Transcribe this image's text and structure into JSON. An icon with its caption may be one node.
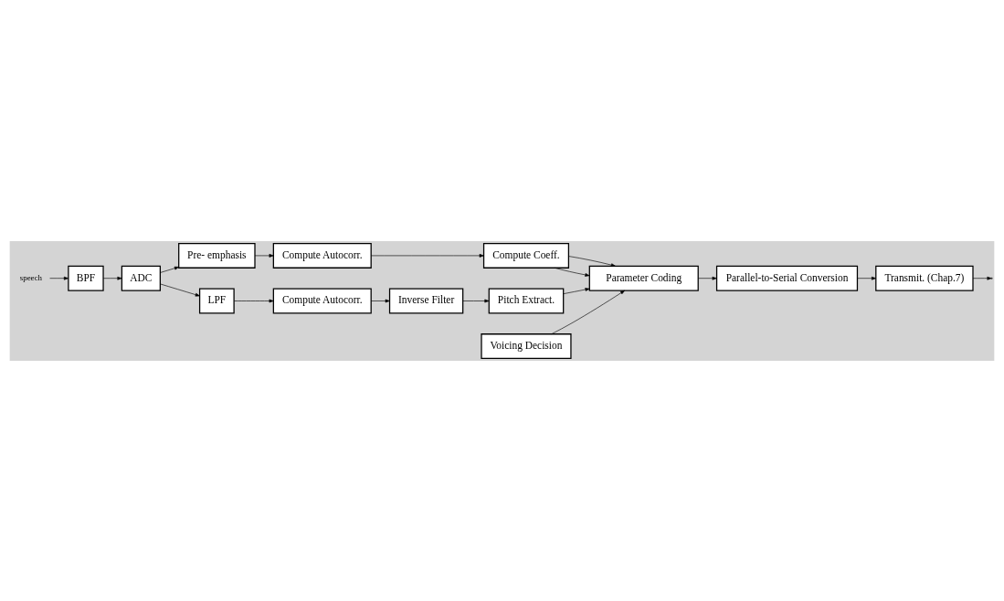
{
  "diagram": {
    "nodes": [
      {
        "text": [
          "speech"
        ]
      },
      {
        "text": [
          "BPF"
        ]
      },
      {
        "text": [
          "ADC"
        ]
      },
      {
        "text": [
          "Pre- emphasis"
        ]
      },
      {
        "text": [
          "Compute Autocorr."
        ]
      },
      {
        "text": [
          "Compute Coeff."
        ]
      },
      {
        "text": [
          "LPF"
        ]
      },
      {
        "text": [
          "Compute Autocorr."
        ]
      },
      {
        "text": [
          "Inverse Filter"
        ]
      },
      {
        "text": [
          "Pitch Extract."
        ]
      },
      {
        "text": [
          "Voicing Decision"
        ]
      },
      {
        "text": [
          "Parameter Coding"
        ]
      },
      {
        "text": [
          "Transmit. (Chap.7)"
        ]
      },
      {
        "text": [
          "Parallel-to-Serial Conversion"
        ]
      }
    ],
    "edges": [
      {
        "from": 0,
        "to": 1,
        "arrow": "to"
      },
      {
        "from": 1,
        "to": 2,
        "arrow": "to"
      },
      {
        "from": 2,
        "to": 3,
        "arrow": "to"
      },
      {
        "from": 2,
        "to": 6,
        "arrow": "to"
      },
      {
        "from": 3,
        "to": 4,
        "arrow": "to"
      },
      {
        "from": 4,
        "to": 5,
        "arrow": "to"
      },
      {
        "from": 6,
        "to": 7,
        "arrow": "to"
      },
      {
        "from": 7,
        "to": 8,
        "arrow": "to"
      },
      {
        "from": 8,
        "to": 9,
        "arrow": "to"
      },
      {
        "from": 9,
        "to": 11,
        "arrow": "to"
      },
      {
        "from": 5,
        "to": 11,
        "arrow": "to"
      },
      {
        "from": 5,
        "to": 11,
        "arrow": "to"
      },
      {
        "from": 10,
        "to": 11,
        "arrow": "to"
      },
      {
        "from": 11,
        "to": 13,
        "arrow": "to"
      },
      {
        "from": 13,
        "to": 12,
        "arrow": "to"
      },
      {
        "from": 12,
        "to": null,
        "arrow": "to"
      }
    ]
  }
}
